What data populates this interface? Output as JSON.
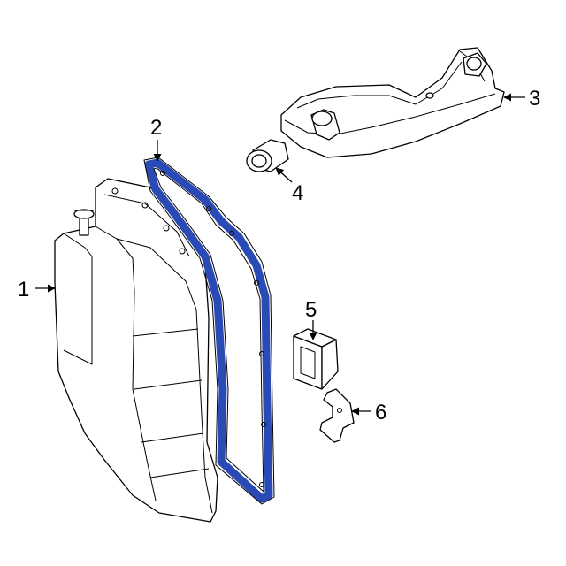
{
  "diagram": {
    "accent_color": "#2a4bb5",
    "callouts": [
      {
        "id": "1",
        "label": "1"
      },
      {
        "id": "2",
        "label": "2"
      },
      {
        "id": "3",
        "label": "3"
      },
      {
        "id": "4",
        "label": "4"
      },
      {
        "id": "5",
        "label": "5"
      },
      {
        "id": "6",
        "label": "6"
      }
    ]
  }
}
